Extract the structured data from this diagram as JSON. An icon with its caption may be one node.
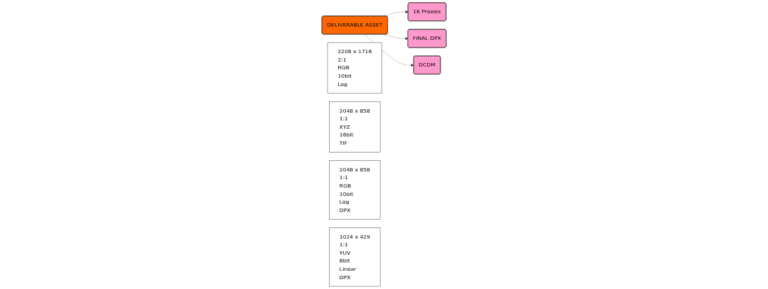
{
  "diagram": {
    "nodes": [
      {
        "text": [
          "DELIVERABLE ASSET"
        ]
      },
      {
        "text": [
          "2208 x 1716",
          "2:1",
          "RGB",
          "10bit",
          "Log"
        ]
      },
      {
        "text": [
          "DCDM"
        ]
      },
      {
        "text": [
          "2048 x 858",
          "1:1",
          "XYZ",
          "16bit",
          "TIF"
        ]
      },
      {
        "text": [
          "FINAL DPX"
        ]
      },
      {
        "text": [
          "2048 x 858",
          "1:1",
          "RGB",
          "10bit",
          "Log",
          "DPX"
        ]
      },
      {
        "text": [
          "1K Proxies"
        ]
      },
      {
        "text": [
          "1024 x 429",
          "1:1",
          "YUV",
          "8bit",
          "Linear",
          "DPX"
        ]
      }
    ],
    "edges": [
      {
        "from": 0,
        "to": 6,
        "arrow": "to",
        "style": "dashed"
      },
      {
        "from": 0,
        "to": 4,
        "arrow": "to",
        "style": "dashed"
      },
      {
        "from": 0,
        "to": 2,
        "arrow": "to",
        "style": "dashed"
      }
    ]
  }
}
